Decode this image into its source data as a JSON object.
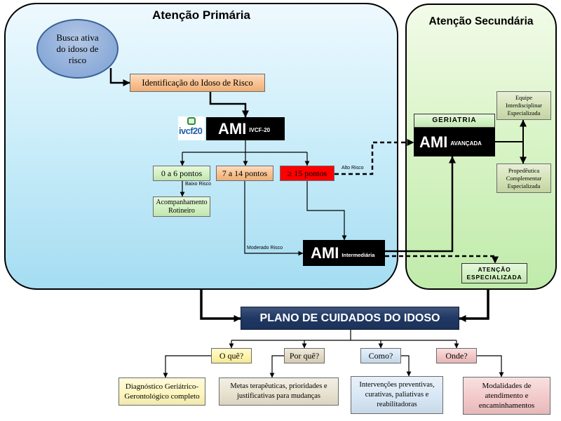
{
  "panels": {
    "primary_title": "Atenção Primária",
    "secondary_title": "Atenção Secundária",
    "primary_color": "#bfe8f7",
    "secondary_color": "#d3f2bf"
  },
  "primary": {
    "busca_ativa": {
      "lines": [
        "Busca ativa",
        "do idoso de",
        "risco"
      ],
      "color": "#8aaad8"
    },
    "identificacao": {
      "label": "Identificação do Idoso de Risco",
      "color": "#f8b981"
    },
    "logo": {
      "text": "ivcf20",
      "color": "#1f5fa8"
    },
    "ami_ivcf": {
      "main": "AMI",
      "sub": "IVCF-20"
    },
    "scores": [
      {
        "label": "0 a 6 pontos",
        "color": "#cdf0bb"
      },
      {
        "label": "7 a 14 pontos",
        "color": "#f8b981"
      },
      {
        "label": "≥ 15 pontos",
        "color": "#ff0000"
      }
    ],
    "risk_labels": {
      "low": "Baixo Risco",
      "moderate": "Moderado Risco",
      "high": "Alto Risco"
    },
    "acompanhamento": {
      "lines": [
        "Acompanhamento",
        "Rotineiro"
      ],
      "color": "#cdf0bb"
    },
    "ami_intermediaria": {
      "main": "AMI",
      "sub": "Intermediária"
    }
  },
  "secondary": {
    "geriatria": {
      "label": "GERIATRIA",
      "color": "#cdf0bb"
    },
    "ami_avancada": {
      "main": "AMI",
      "sub": "AVANÇADA"
    },
    "equipe": {
      "lines": [
        "Equipe",
        "Interdisciplinar",
        "Especializada"
      ],
      "color": "#cfdfae"
    },
    "propedeutica": {
      "lines": [
        "Propedêutica",
        "Complementar",
        "Especializada"
      ],
      "color": "#cfdfae"
    },
    "atencao_especializada": {
      "lines": [
        "ATENÇÃO",
        "ESPECIALIZADA"
      ],
      "color": "#cdf0bb"
    }
  },
  "plano": {
    "title": "PLANO DE CUIDADOS DO IDOSO",
    "color": "#1f3864",
    "questions": [
      {
        "label": "O quê?",
        "color": "#fff3a0",
        "answer": [
          "Diagnóstico Geriátrico-",
          "Gerontológico completo"
        ],
        "answer_color": "#fdf5b8"
      },
      {
        "label": "Por quê?",
        "color": "#e0d5bd",
        "answer": [
          "Metas terapêuticas, prioridades e",
          "justificativas para mudanças"
        ],
        "answer_color": "#e6dfcb"
      },
      {
        "label": "Como?",
        "color": "#cfe1f2",
        "answer": [
          "Intervenções preventivas,",
          "curativas, paliativas e",
          "reabilitadoras"
        ],
        "answer_color": "#d3e4f4"
      },
      {
        "label": "Onde?",
        "color": "#f2bfbf",
        "answer": [
          "Modalidades de",
          "atendimento e",
          "encaminhamentos"
        ],
        "answer_color": "#f1c3c3"
      }
    ]
  }
}
